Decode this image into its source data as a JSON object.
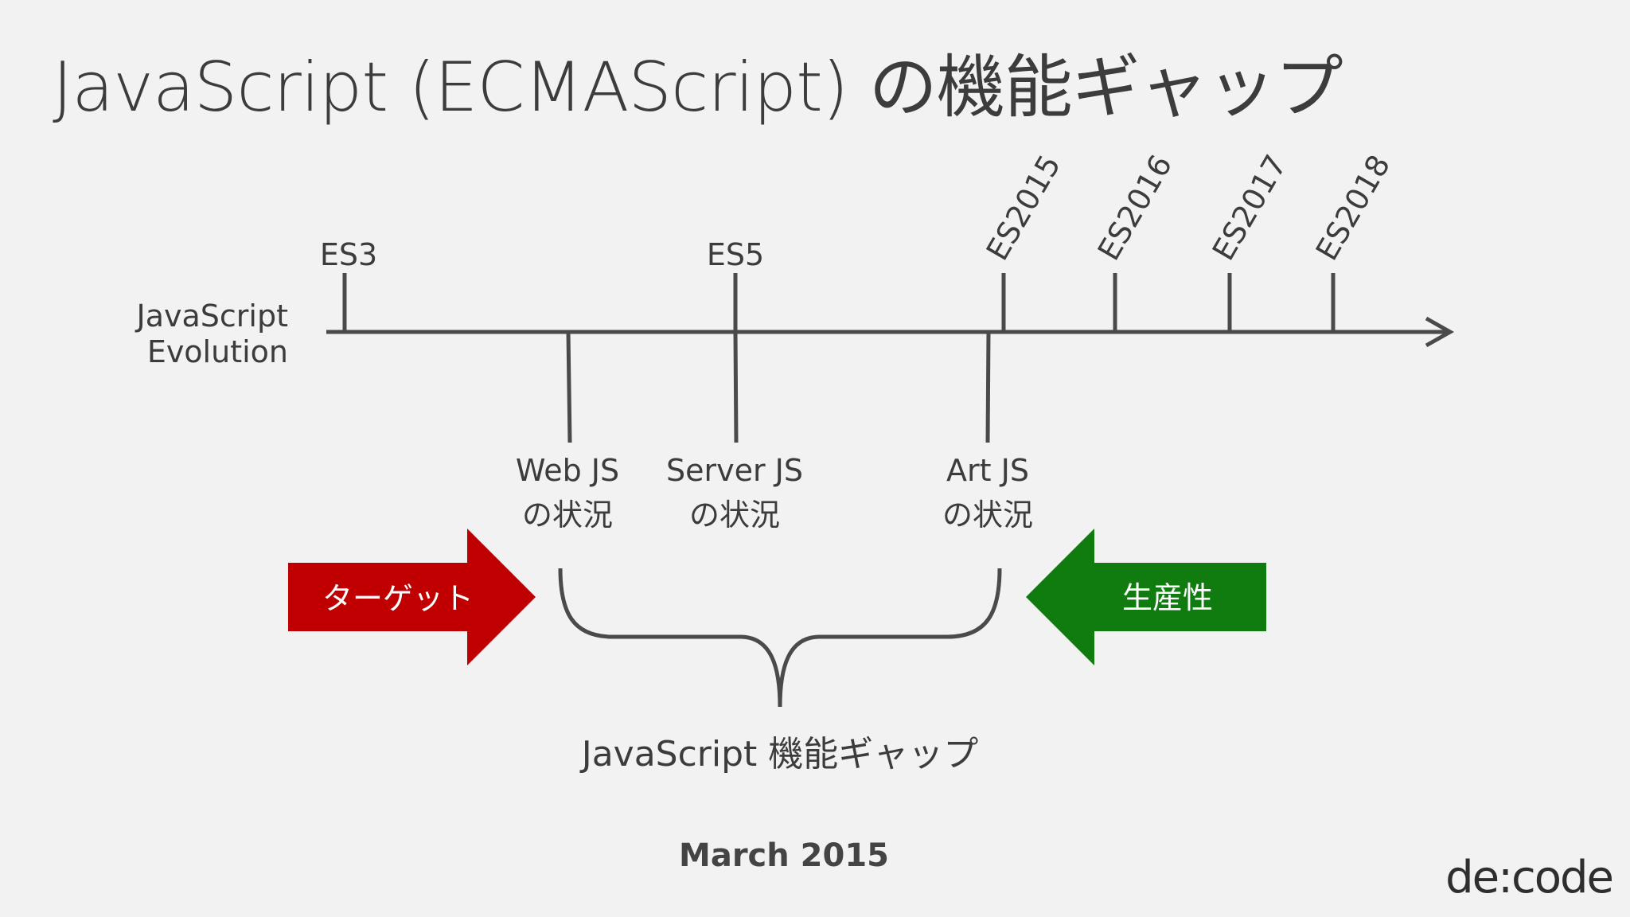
{
  "slide": {
    "title": "JavaScript (ECMAScript) の機能ギャップ",
    "date": "March 2015",
    "logo": "de:code"
  },
  "timeline": {
    "axis_label_line1": "JavaScript",
    "axis_label_line2": "Evolution",
    "releases": [
      {
        "label": "ES3"
      },
      {
        "label": "ES5"
      },
      {
        "label": "ES2015"
      },
      {
        "label": "ES2016"
      },
      {
        "label": "ES2017"
      },
      {
        "label": "ES2018"
      }
    ],
    "states": [
      {
        "line1": "Web JS",
        "line2": "の状況"
      },
      {
        "line1": "Server JS",
        "line2": "の状況"
      },
      {
        "line1": "Art JS",
        "line2": "の状況"
      }
    ]
  },
  "gap": {
    "target_label": "ターゲット",
    "productivity_label": "生産性",
    "gap_label": "JavaScript 機能ギャップ",
    "target_color": "#c00000",
    "productivity_color": "#107c10"
  },
  "colors": {
    "background": "#f2f2f2",
    "line": "#4a4a4a",
    "text": "#3c3c3c"
  }
}
